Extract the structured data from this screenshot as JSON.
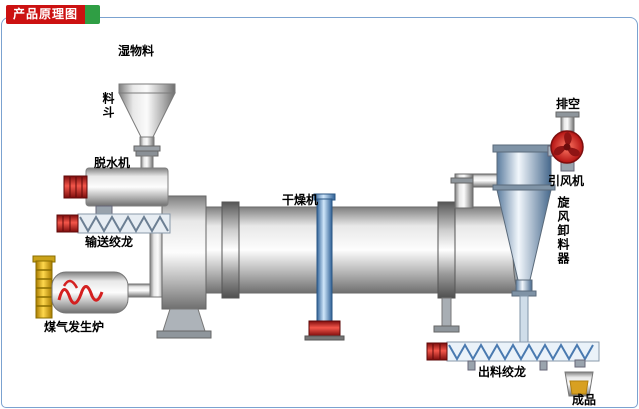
{
  "header": {
    "title": "产品原理图"
  },
  "colors": {
    "badge_red": "#cc1111",
    "badge_green": "#2f9e44",
    "frame_border": "#7ba2d0",
    "machine_blue": "#2e6096",
    "motor_red": "#c22b1e",
    "pipe_yellow": "#f2c12e",
    "flame_red": "#d42020"
  },
  "labels": {
    "wet_material": "湿物料",
    "hopper": "料斗",
    "dewaterer": "脱水机",
    "feed_screw": "输送绞龙",
    "gas_furnace": "煤气发生炉",
    "dryer": "干燥机",
    "vent": "排空",
    "draft_fan": "引风机",
    "cyclone": "旋风卸料器",
    "discharge_screw": "出料绞龙",
    "product": "成品"
  }
}
